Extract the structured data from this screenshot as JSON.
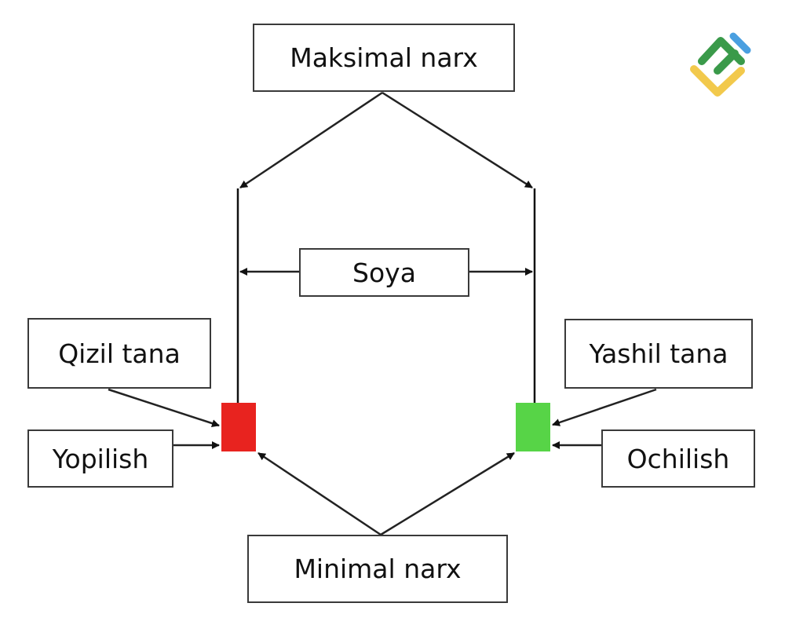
{
  "diagram": {
    "labels": {
      "max_price": "Maksimal narx",
      "shadow": "Soya",
      "red_body": "Qizil tana",
      "close": "Yopilish",
      "green_body": "Yashil tana",
      "open": "Ochilish",
      "min_price": "Minimal narx"
    },
    "candles": [
      {
        "name": "red-candle",
        "color": "#e8231f"
      },
      {
        "name": "green-candle",
        "color": "#57d447"
      }
    ],
    "logo": {
      "icon": "brand-logo-icon",
      "colors": {
        "green": "#3a9a4a",
        "yellow": "#f2c94c",
        "blue": "#4a9fe0"
      }
    }
  }
}
